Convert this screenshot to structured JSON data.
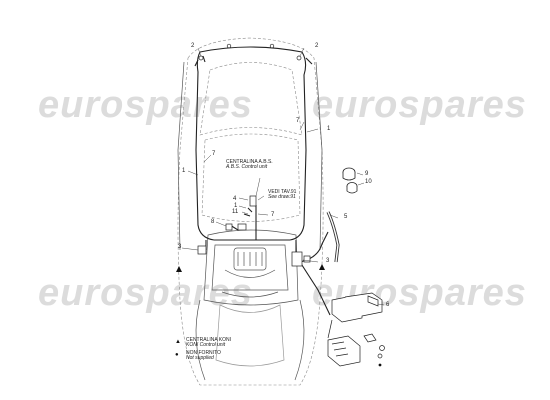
{
  "watermark": {
    "text": "eurospares",
    "color": "#d8d8d8"
  },
  "callouts": {
    "n1": "1",
    "n2": "2",
    "n3": "3",
    "n4": "4",
    "n5": "5",
    "n6": "6",
    "n7": "7",
    "n8": "8",
    "n9": "9",
    "n10": "10",
    "n11": "11"
  },
  "notes": {
    "abs_it": "CENTRALINA A.B.S.",
    "abs_en": "A.B.S. Control unit",
    "vedi_it": "VEDI TAV.91",
    "vedi_en": "See draw.91"
  },
  "legend": {
    "koni_symbol": "▲",
    "koni_it": "CENTRALINA KONI",
    "koni_en": "KONI Control unit",
    "nf_symbol": "●",
    "nf_it": "NON FORNITO",
    "nf_en": "Not supplied"
  },
  "colors": {
    "line": "#333333",
    "light": "#9a9a9a"
  }
}
